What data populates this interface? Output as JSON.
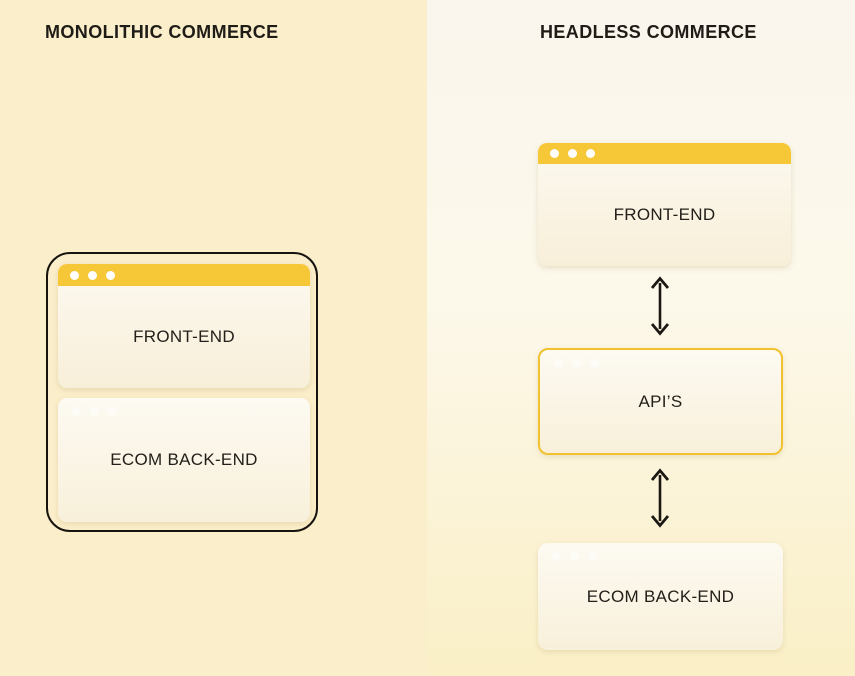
{
  "colors": {
    "bg_left": "#FBEECA",
    "bg_right_top": "#FAF6ED",
    "bg_right_mid": "#FCF8EA",
    "bg_right_bottom": "#FAEFC6",
    "titlebar_yellow": "#F6C838",
    "api_border_yellow": "#F2C12E",
    "ink": "#1F1C17"
  },
  "left_panel": {
    "title": "MONOLITHIC COMMERCE",
    "window": {
      "label": "FRONT-END",
      "controls": "window-dots"
    },
    "backend_box": {
      "label": "ECOM BACK-END"
    }
  },
  "right_panel": {
    "title": "HEADLESS COMMERCE",
    "window": {
      "label": "FRONT-END",
      "controls": "window-dots"
    },
    "api_box": {
      "label": "API’S"
    },
    "backend_box": {
      "label": "ECOM BACK-END"
    },
    "connections": [
      {
        "from": "FRONT-END",
        "to": "API’S",
        "type": "bidirectional"
      },
      {
        "from": "API’S",
        "to": "ECOM BACK-END",
        "type": "bidirectional"
      }
    ]
  }
}
